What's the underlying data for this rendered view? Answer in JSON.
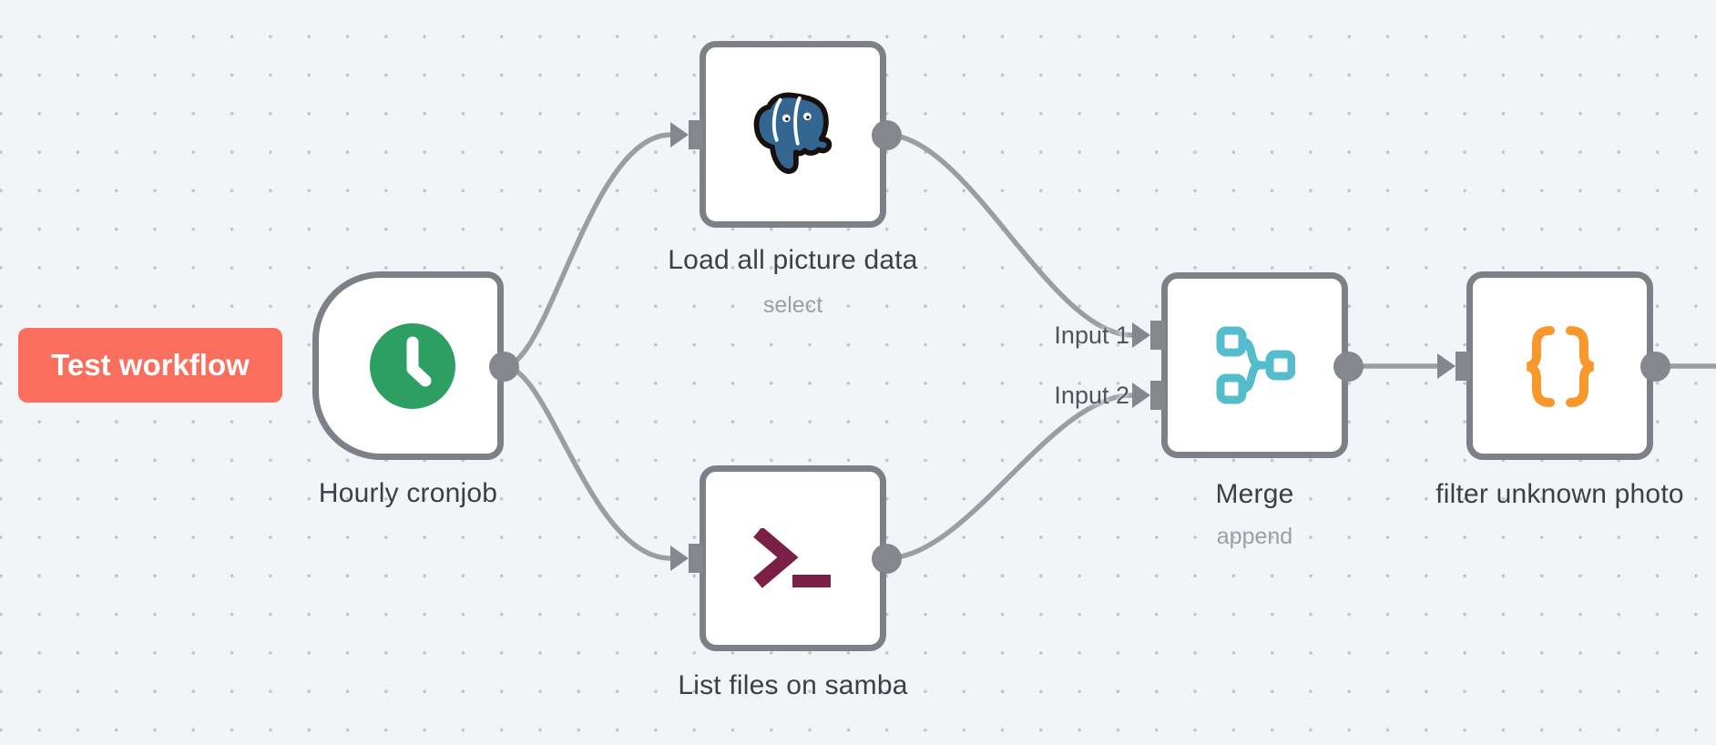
{
  "toolbar": {
    "test_button_label": "Test workflow"
  },
  "nodes": [
    {
      "id": "trigger",
      "title": "Hourly cronjob",
      "subtitle": "",
      "icon": "clock-icon",
      "color": "#2d9f63",
      "type": "schedule-trigger"
    },
    {
      "id": "postgres",
      "title": "Load all picture data",
      "subtitle": "select",
      "icon": "postgres-icon",
      "color": "#336791",
      "type": "postgres"
    },
    {
      "id": "samba",
      "title": "List files on samba",
      "subtitle": "",
      "icon": "terminal-icon",
      "color": "#7a1f45",
      "type": "execute-command"
    },
    {
      "id": "merge",
      "title": "Merge",
      "subtitle": "append",
      "icon": "merge-icon",
      "color": "#54bccb",
      "type": "merge",
      "inputs": [
        "Input 1",
        "Input 2"
      ]
    },
    {
      "id": "filter",
      "title": "filter unknown photo",
      "subtitle": "",
      "icon": "code-braces-icon",
      "color": "#f8982c",
      "type": "code"
    }
  ],
  "connections": [
    {
      "from": "trigger",
      "to": "postgres"
    },
    {
      "from": "trigger",
      "to": "samba"
    },
    {
      "from": "postgres",
      "to": "merge",
      "to_input": "Input 1"
    },
    {
      "from": "samba",
      "to": "merge",
      "to_input": "Input 2"
    },
    {
      "from": "merge",
      "to": "filter"
    },
    {
      "from": "filter",
      "to": "offscreen-right"
    }
  ],
  "colors": {
    "canvas_bg": "#f2f4f7",
    "node_border": "#7d8187",
    "connection_gray": "#9a9da2",
    "button_bg": "#fa6e5d",
    "trigger_green": "#2d9f63",
    "postgres_blue": "#336791",
    "terminal_maroon": "#7a1f45",
    "merge_teal": "#54bccb",
    "code_orange": "#f8982c"
  }
}
